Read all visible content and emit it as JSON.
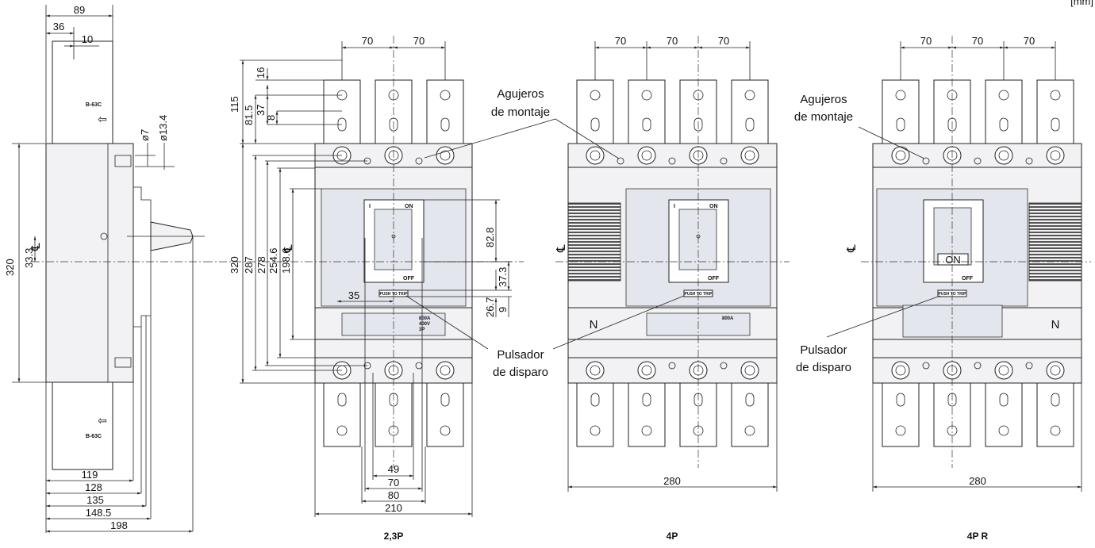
{
  "units": "[mm]",
  "side_view": {
    "dims": [
      "89",
      "36",
      "10",
      "ø7",
      "ø13.4",
      "320",
      "33.3",
      "119",
      "128",
      "135",
      "148.5",
      "198"
    ],
    "plate_text": "B-63C"
  },
  "view_3p": {
    "dims_top": [
      "70",
      "70"
    ],
    "dims_left": [
      "115",
      "16",
      "81.5",
      "37",
      "8",
      "320",
      "287",
      "278",
      "254.6",
      "198.6"
    ],
    "dims_right": [
      "82.8",
      "37.3",
      "26.7",
      "9"
    ],
    "dim_35": "35",
    "dims_bottom": [
      "49",
      "70",
      "80",
      "210"
    ],
    "caption": "2,3P"
  },
  "view_4p": {
    "dims_top": [
      "70",
      "70",
      "70"
    ],
    "dim_bottom": "280",
    "caption": "4P"
  },
  "view_4pr": {
    "dims_top": [
      "70",
      "70",
      "70"
    ],
    "dim_bottom": "280",
    "caption": "4P R"
  },
  "callouts": {
    "mount_holes_1": "Agujeros",
    "mount_holes_2": "de montaje",
    "trip_button_1": "Pulsador",
    "trip_button_2": "de disparo"
  },
  "centerline_symbol": "℄",
  "handle": {
    "on": "ON",
    "off": "OFF",
    "i": "I",
    "on_big": "ON"
  },
  "push_to_trip": "PUSH TO TRIP",
  "neutral": "N",
  "rating_lines": [
    "800A",
    "400V",
    "3P"
  ]
}
